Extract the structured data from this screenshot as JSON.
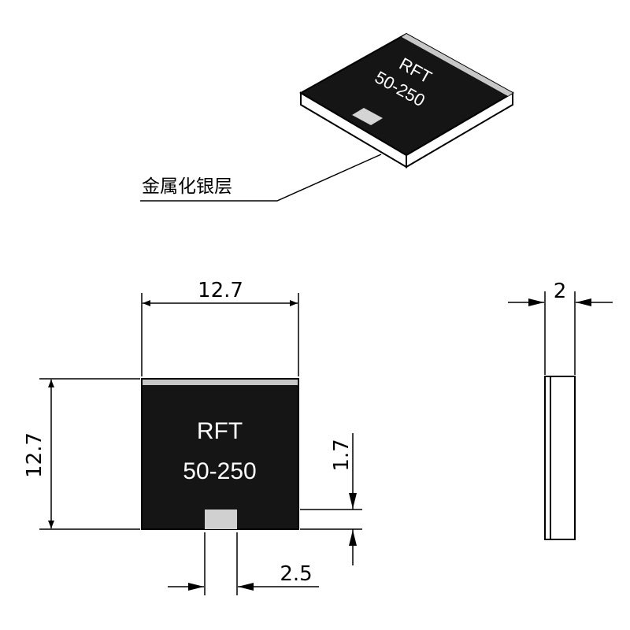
{
  "iso_view": {
    "marking_line1": "RFT",
    "marking_line2": "50-250",
    "callout_label": "金属化银层"
  },
  "front_view": {
    "marking_line1": "RFT",
    "marking_line2": "50-250",
    "width_label": "12.7",
    "height_label": "12.7",
    "pad_height_label": "1.7",
    "pad_width_label": "2.5"
  },
  "side_view": {
    "thickness_label": "2"
  },
  "colors": {
    "body": "#151515",
    "silver": "#c8c8c8",
    "line": "#000000"
  }
}
